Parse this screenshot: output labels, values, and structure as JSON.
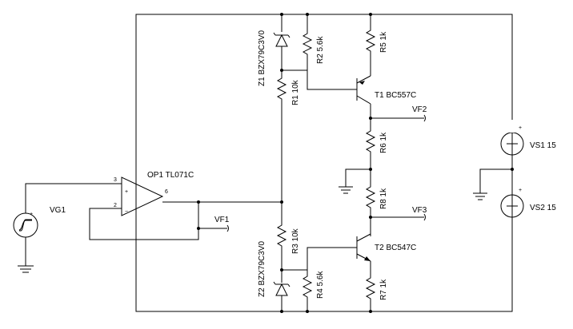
{
  "opamp": {
    "ref": "OP1 TL071C",
    "pin_in_plus": "3",
    "pin_in_minus": "2",
    "pin_out": "6"
  },
  "sources": {
    "vg1": "VG1",
    "vs1": "VS1 15",
    "vs2": "VS2 15"
  },
  "resistors": {
    "r1": "R1 10k",
    "r2": "R2 5.6k",
    "r3": "R3 10k",
    "r4": "R4 5.6k",
    "r5": "R5 1k",
    "r6": "R6 1k",
    "r7": "R7 1k",
    "r8": "R8 1k"
  },
  "zeners": {
    "z1": "Z1 BZX79C3V0",
    "z2": "Z2 BZX79C3V0"
  },
  "transistors": {
    "t1": "T1 BC557C",
    "t2": "T2 BC547C"
  },
  "probes": {
    "vf1": "VF1",
    "vf2": "VF2",
    "vf3": "VF3"
  }
}
